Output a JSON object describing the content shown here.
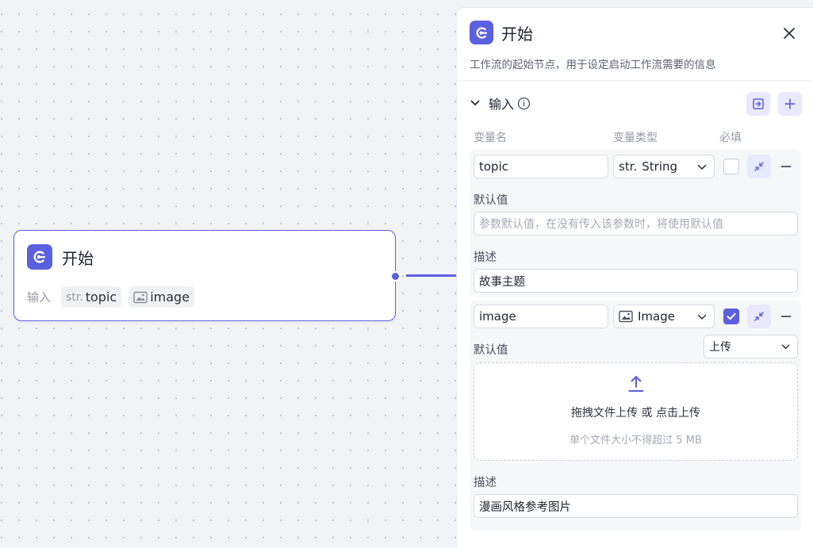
{
  "canvas": {
    "node": {
      "title": "开始",
      "io_label": "输入",
      "inputs": [
        {
          "prefix": "str.",
          "name": "topic",
          "icon": "string-icon"
        },
        {
          "prefix": "",
          "name": "image",
          "icon": "image-icon"
        }
      ]
    }
  },
  "panel": {
    "title": "开始",
    "description": "工作流的起始节点，用于设定启动工作流需要的信息",
    "section_title": "输入",
    "columns": {
      "name": "变量名",
      "type": "变量类型",
      "required": "必填"
    },
    "variables": [
      {
        "name": "topic",
        "type_prefix": "str.",
        "type_label": "String",
        "required": false,
        "default_label": "默认值",
        "default_placeholder": "参数默认值，在没有传入该参数时，将使用默认值",
        "desc_label": "描述",
        "desc_value": "故事主题"
      },
      {
        "name": "image",
        "type_label": "Image",
        "required": true,
        "default_label": "默认值",
        "default_mode": "上传",
        "upload_text": "拖拽文件上传 或 点击上传",
        "upload_hint": "单个文件大小不得超过 5 MB",
        "desc_label": "描述",
        "desc_value": "漫画风格参考图片"
      }
    ]
  },
  "colors": {
    "accent": "#5b5fe0",
    "accent_soft": "#e8e9fc",
    "canvas_bg": "#f2f3f6"
  }
}
